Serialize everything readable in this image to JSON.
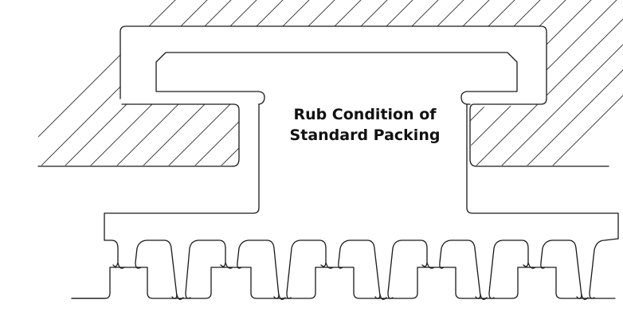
{
  "diagram": {
    "caption": {
      "line1": "Rub Condition of",
      "line2": "Standard Packing"
    },
    "components": {
      "housing": "hatched-housing",
      "packing_head": "t-shaped-packing-head",
      "packing_ring": "labyrinth-packing-ring",
      "shaft": "shaft-with-steps"
    },
    "colors": {
      "line": "#1a1a1a",
      "background": "#ffffff",
      "text": "#111111"
    },
    "tooth_count": 10
  }
}
